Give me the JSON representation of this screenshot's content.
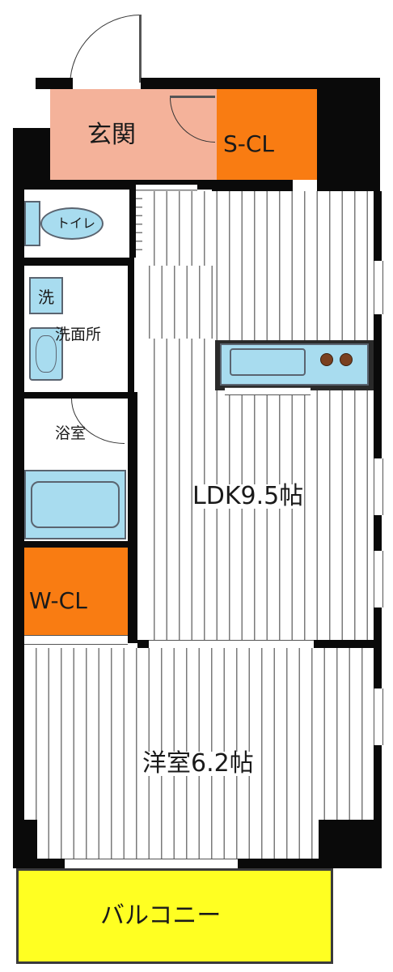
{
  "floorplan": {
    "rooms": {
      "entrance": {
        "label": "玄関",
        "color": "#f4b29a"
      },
      "s_closet": {
        "label": "S-CL",
        "color": "#f97c12"
      },
      "toilet": {
        "label": "トイレ"
      },
      "washroom": {
        "label": "洗面所"
      },
      "washer": {
        "label": "洗"
      },
      "bathroom": {
        "label": "浴室"
      },
      "w_closet": {
        "label": "W-CL",
        "color": "#f97c12"
      },
      "ldk": {
        "label": "LDK9.5帖"
      },
      "western_room": {
        "label": "洋室6.2帖"
      },
      "balcony": {
        "label": "バルコニー",
        "color": "#ffff22"
      }
    },
    "colors": {
      "fixture": "#a8dcef",
      "wall": "#0a0a0a",
      "floor_stripe": "#7a7a7a"
    }
  }
}
